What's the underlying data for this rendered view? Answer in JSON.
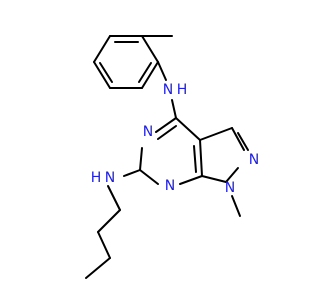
{
  "molecule": {
    "atoms": {
      "n_top_label": "N",
      "n_top_h": "H",
      "n_ring_left": "N",
      "n_pyrazole_right": "N",
      "n_ring_bottom": "N",
      "n_methyl_ring": "N",
      "n_amine_left": "N",
      "n_amine_left_h": "H"
    }
  }
}
